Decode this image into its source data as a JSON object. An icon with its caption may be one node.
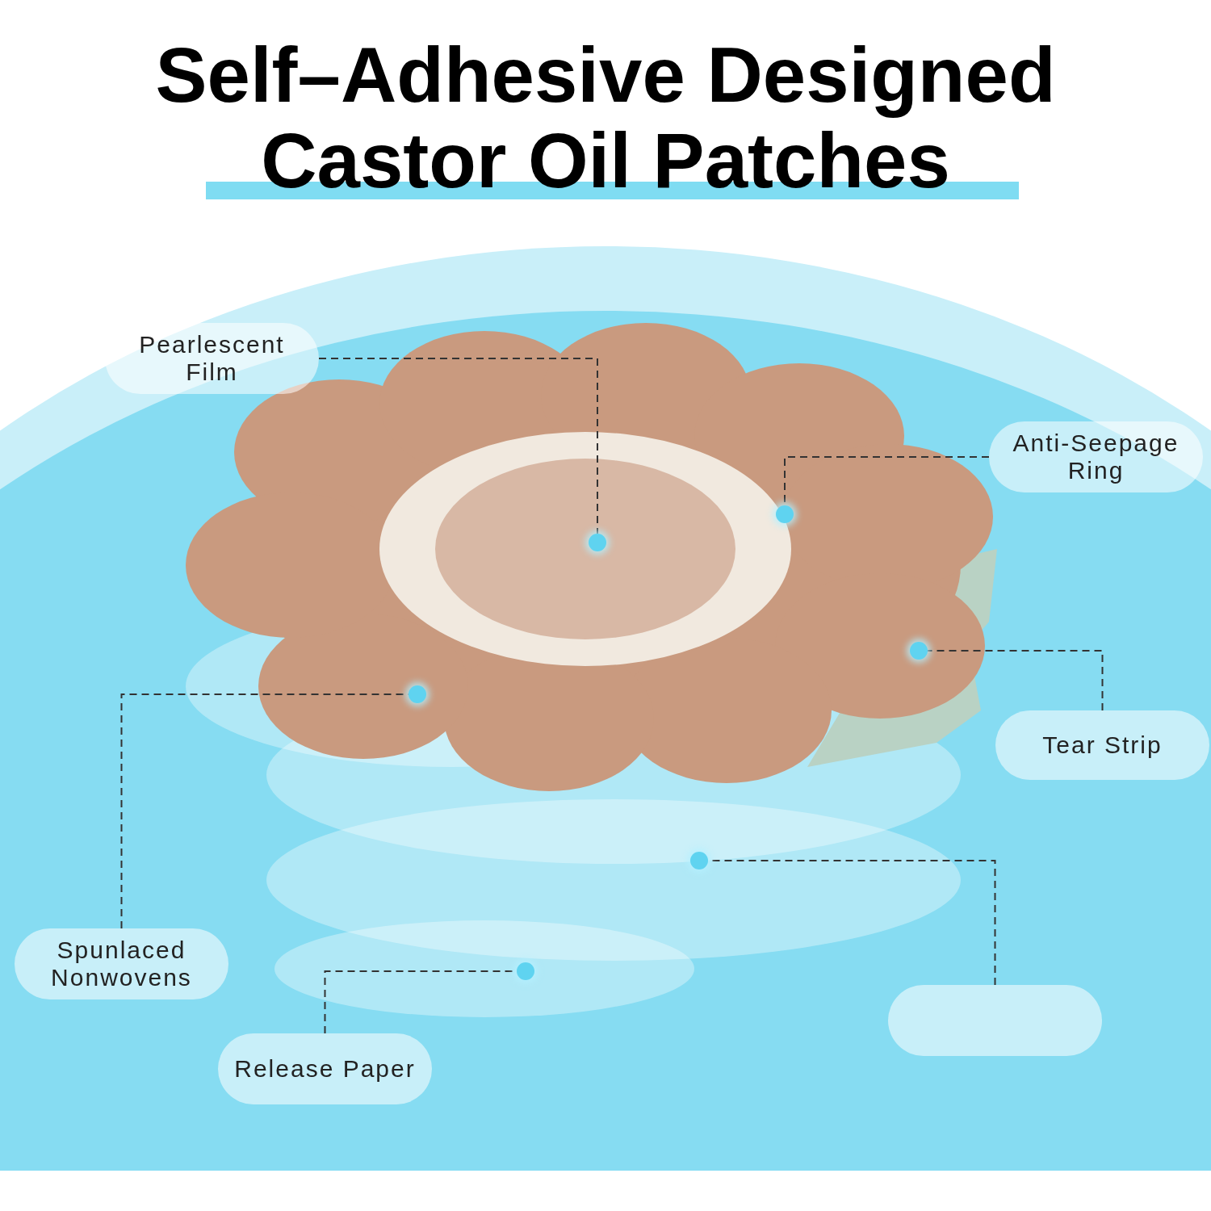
{
  "diagram": {
    "title": "Self–Adhesive Designed Castor Oil Patches",
    "nodes": [
      {
        "text": [
          "Pearlescent Film"
        ]
      },
      {
        "text": [],
        "shape": "circle"
      },
      {
        "text": [
          "Anti-Seepage Ring"
        ]
      },
      {
        "text": [],
        "shape": "circle"
      },
      {
        "text": [],
        "shape": "circle"
      },
      {
        "text": [
          "Tear Strip"
        ]
      },
      {
        "text": [],
        "shape": "circle"
      },
      {
        "text": [
          "Spunlaced Nonwovens"
        ]
      },
      {
        "text": [],
        "shape": "circle"
      },
      {
        "text": [],
        "shape": "circle"
      },
      {
        "text": [
          "Release Paper"
        ]
      },
      {
        "text": [],
        "shape": "box"
      }
    ],
    "edges": [
      {
        "from": 0,
        "to": 1,
        "arrow": "none"
      },
      {
        "from": 2,
        "to": 3,
        "arrow": "none"
      },
      {
        "from": 5,
        "to": 4,
        "arrow": "none"
      },
      {
        "from": 7,
        "to": 6,
        "arrow": "none"
      },
      {
        "from": 11,
        "to": 8,
        "arrow": "none"
      },
      {
        "from": 10,
        "to": 9,
        "arrow": "none"
      }
    ]
  }
}
